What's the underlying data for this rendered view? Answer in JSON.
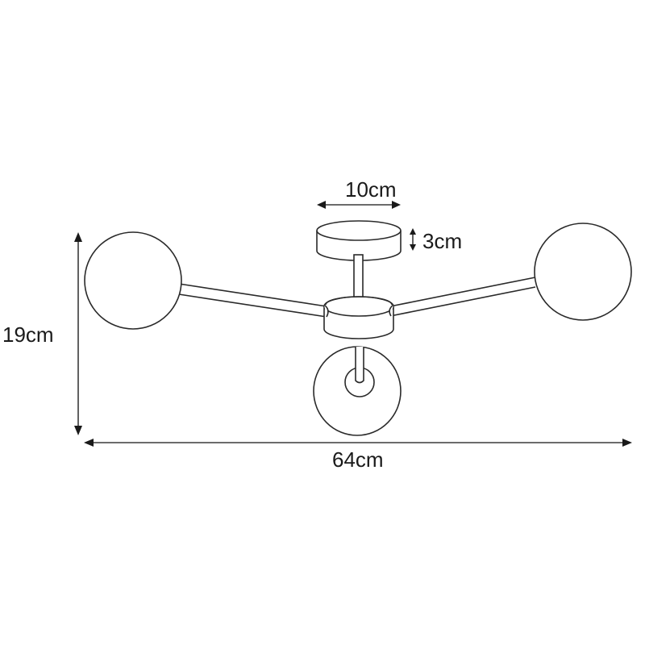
{
  "diagram": {
    "title": "Ceiling lamp dimension drawing",
    "line_color": "#2a2a2a",
    "background": "#ffffff",
    "dimensions": {
      "canopy_width": "10cm",
      "canopy_height": "3cm",
      "total_height": "19cm",
      "total_width": "64cm"
    },
    "components": [
      "ceiling-canopy",
      "stem",
      "central-hub",
      "left-arm",
      "right-arm",
      "front-arm",
      "left-globe",
      "right-globe",
      "front-globe"
    ]
  }
}
